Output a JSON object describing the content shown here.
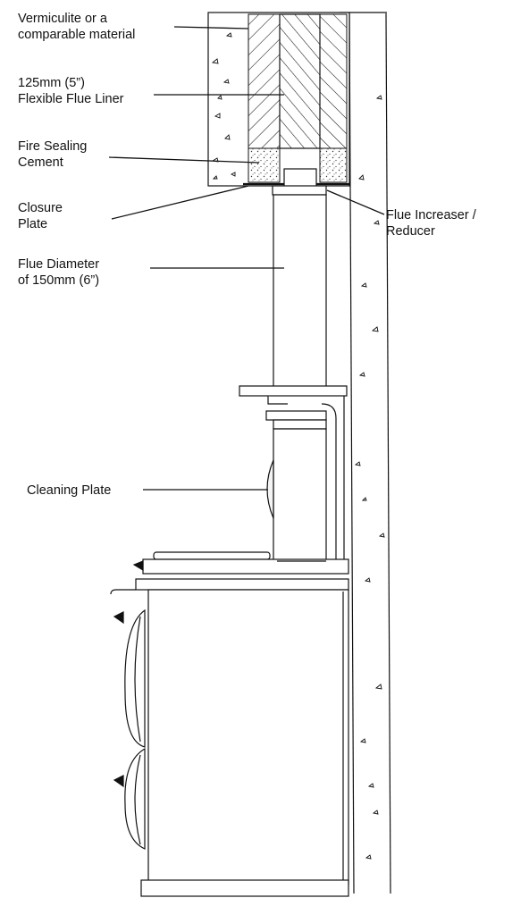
{
  "labels": {
    "vermiculite": {
      "line1": "Vermiculite or a",
      "line2": "comparable material"
    },
    "flue_liner": {
      "line1": "125mm (5”)",
      "line2": "Flexible Flue Liner"
    },
    "fire_cement": {
      "line1": "Fire Sealing",
      "line2": "Cement"
    },
    "closure_plate": {
      "line1": "Closure",
      "line2": "Plate"
    },
    "flue_increaser": {
      "line1": "Flue Increaser /",
      "line2": "Reducer"
    },
    "flue_diameter": {
      "line1": "Flue Diameter",
      "line2": "of 150mm (6”)"
    },
    "cleaning_plate": {
      "line1": "Cleaning Plate"
    }
  },
  "colors": {
    "ink": "#111111",
    "background": "#ffffff",
    "fill_light": "#f4f4f4"
  }
}
